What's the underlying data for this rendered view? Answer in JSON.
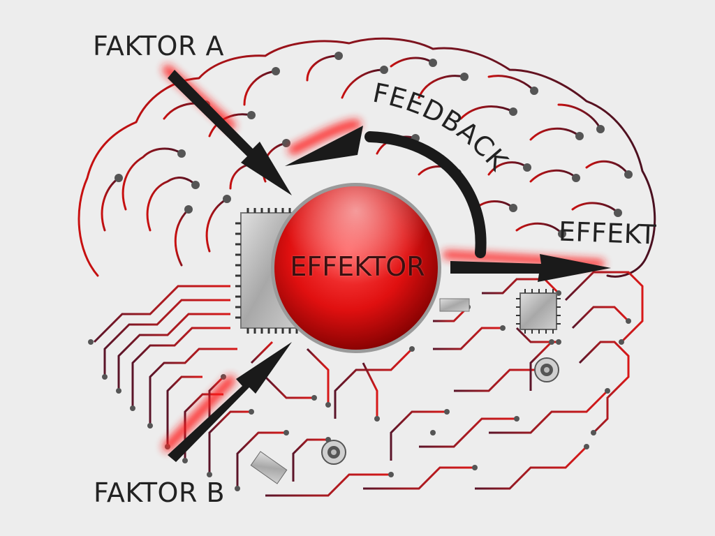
{
  "labels": {
    "faktor_a": "FAKTOR A",
    "faktor_b": "FAKTOR B",
    "effektor": "EFFEKTOR",
    "feedback": "FEEDBACK",
    "effekt": "EFFEKT"
  },
  "colors": {
    "background": "#ededed",
    "brain_line_front": "#c81010",
    "brain_line_back": "#4a1020",
    "circuit_line": "#b81a22",
    "glow": "#ff1a1a",
    "arrow": "#1a1a1a",
    "sphere_center": "#ff3030",
    "sphere_edge": "#8a0000",
    "chip": "#b8b8b8"
  }
}
